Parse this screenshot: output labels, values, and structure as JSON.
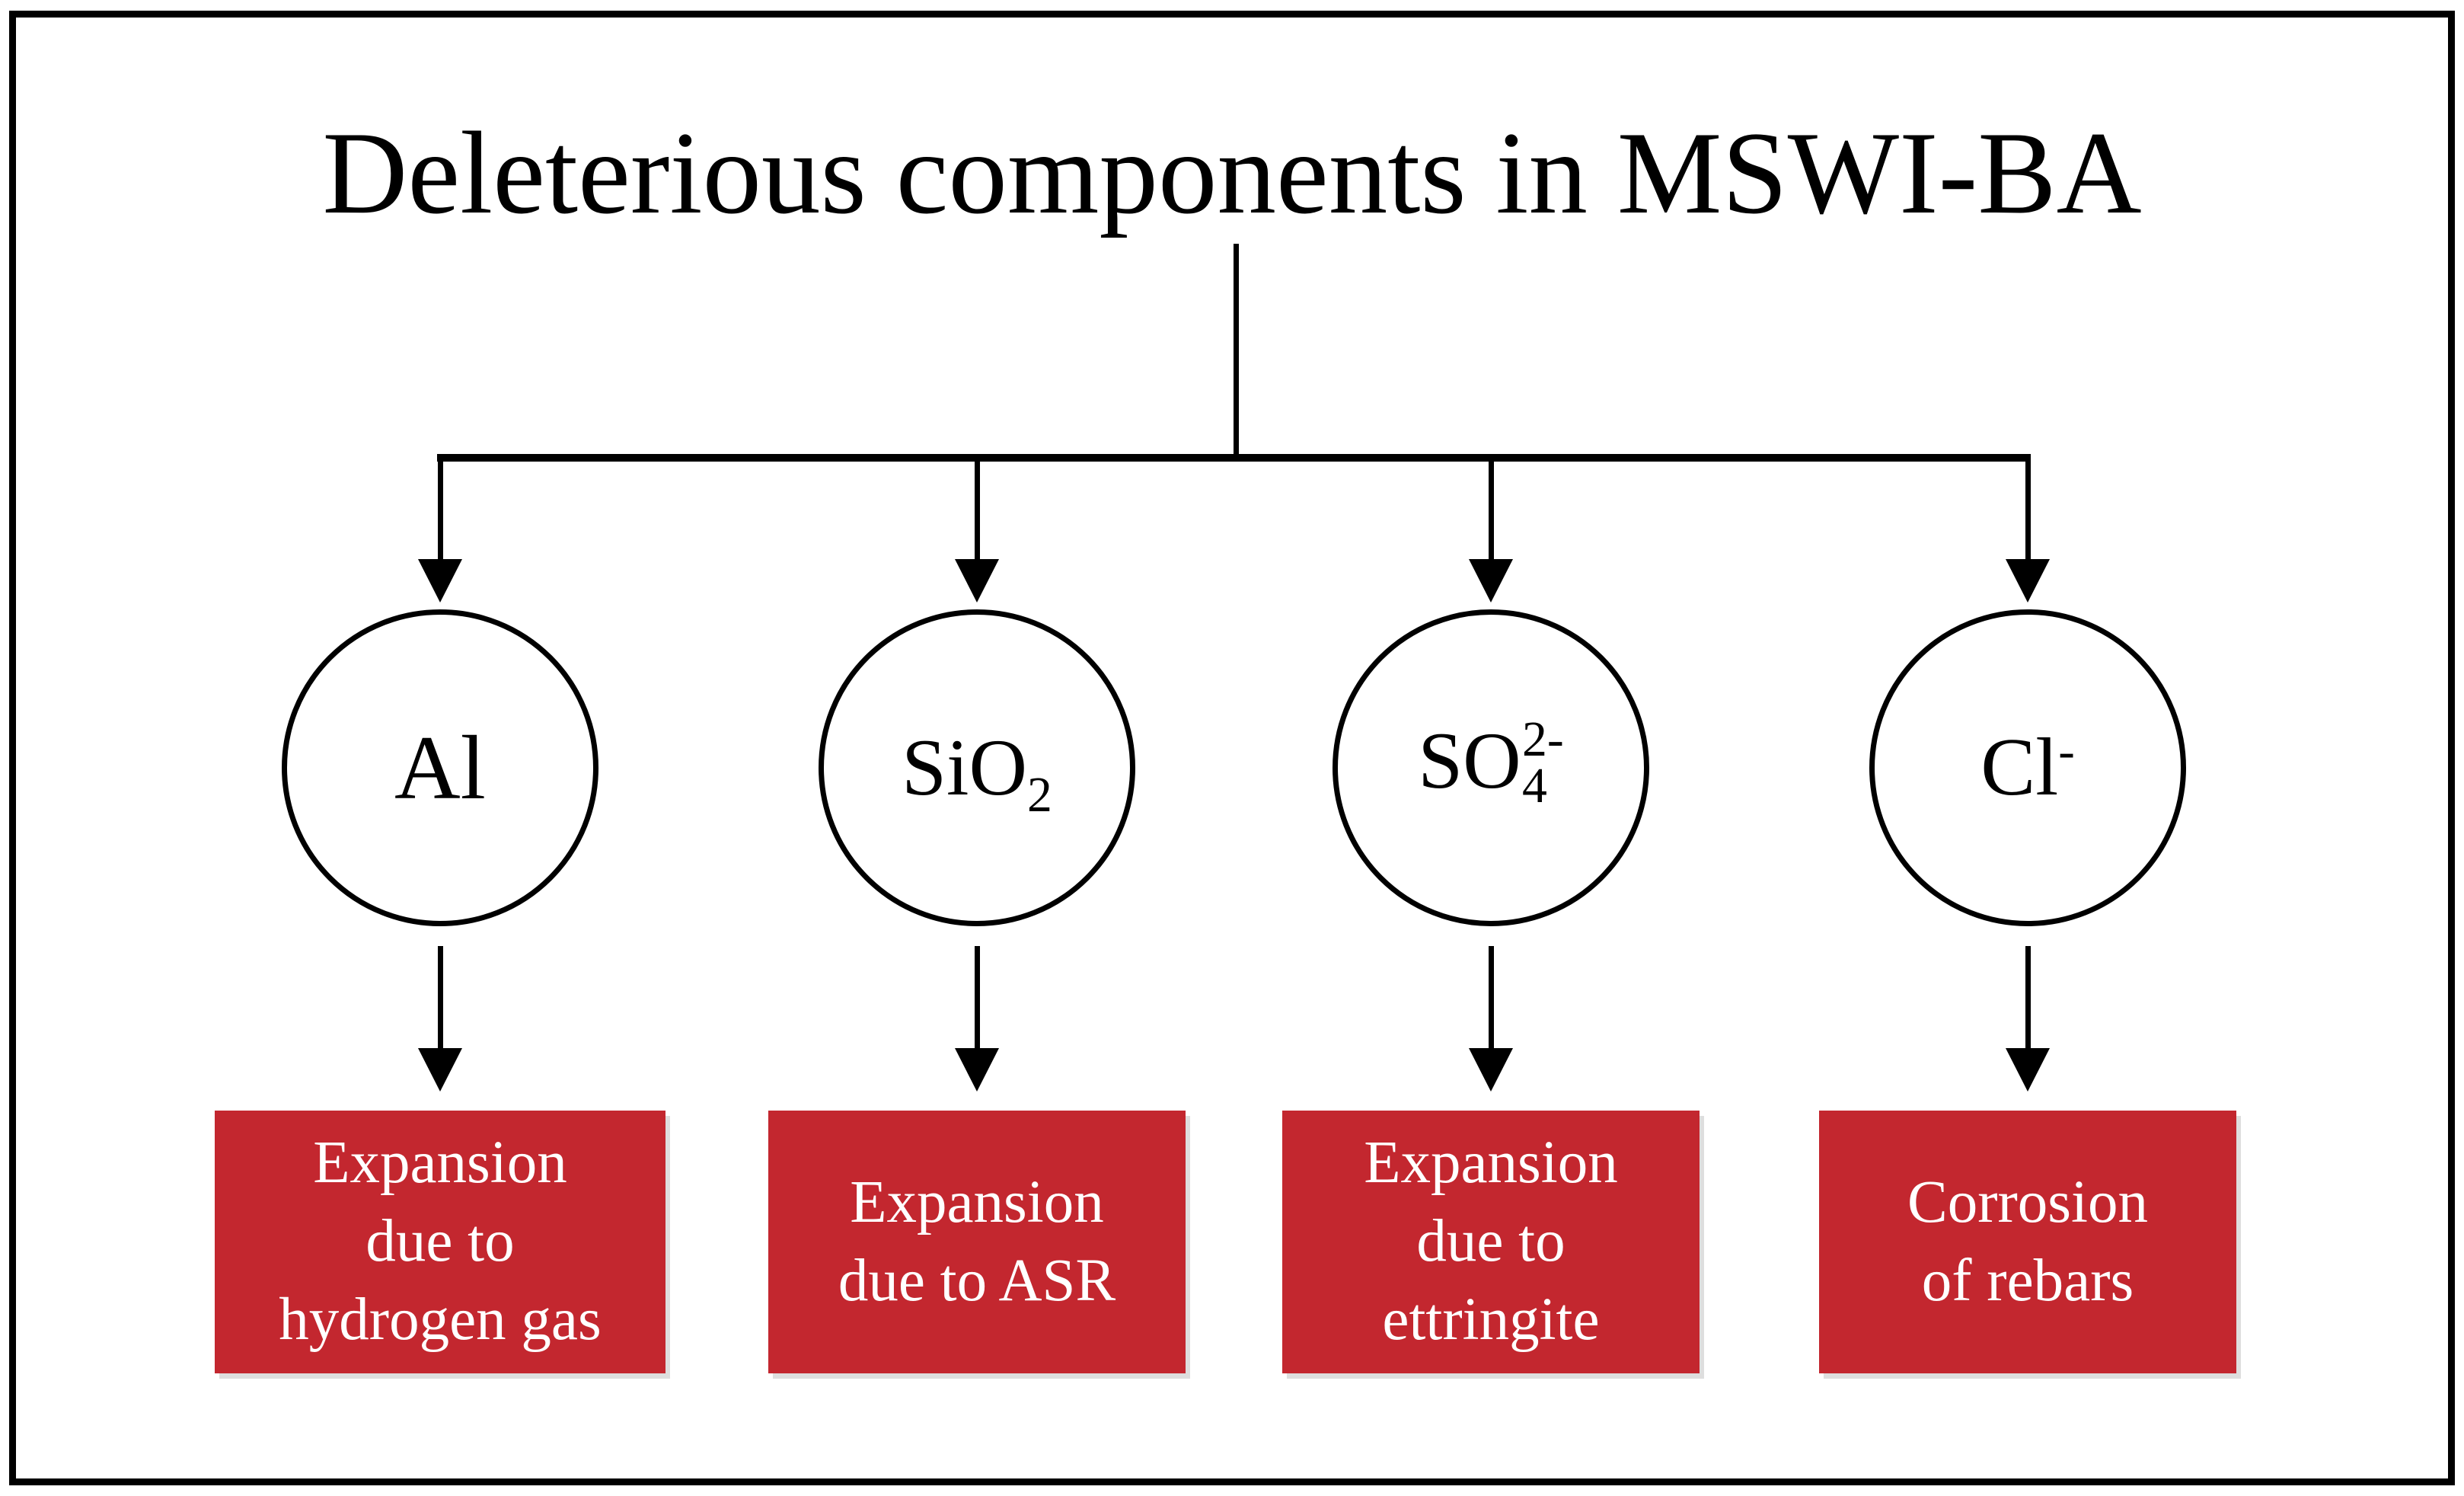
{
  "figure": {
    "title": "Deleterious components in MSWI-BA",
    "colors": {
      "effect_box_red": "#c3272f",
      "effect_box_text": "#ffffff",
      "line_black": "#000000"
    },
    "nodes": [
      {
        "formula": {
          "main": "Al"
        },
        "effect": "Expansion\ndue to\nhydrogen gas"
      },
      {
        "formula": {
          "main": "SiO",
          "sub": "2"
        },
        "effect": "Expansion\ndue to ASR"
      },
      {
        "formula": {
          "main": "SO",
          "sub": "4",
          "sup": "2-"
        },
        "effect": "Expansion\ndue to\nettringite"
      },
      {
        "formula": {
          "main": "Cl",
          "sup": "-"
        },
        "effect": "Corrosion\nof rebars"
      }
    ]
  }
}
